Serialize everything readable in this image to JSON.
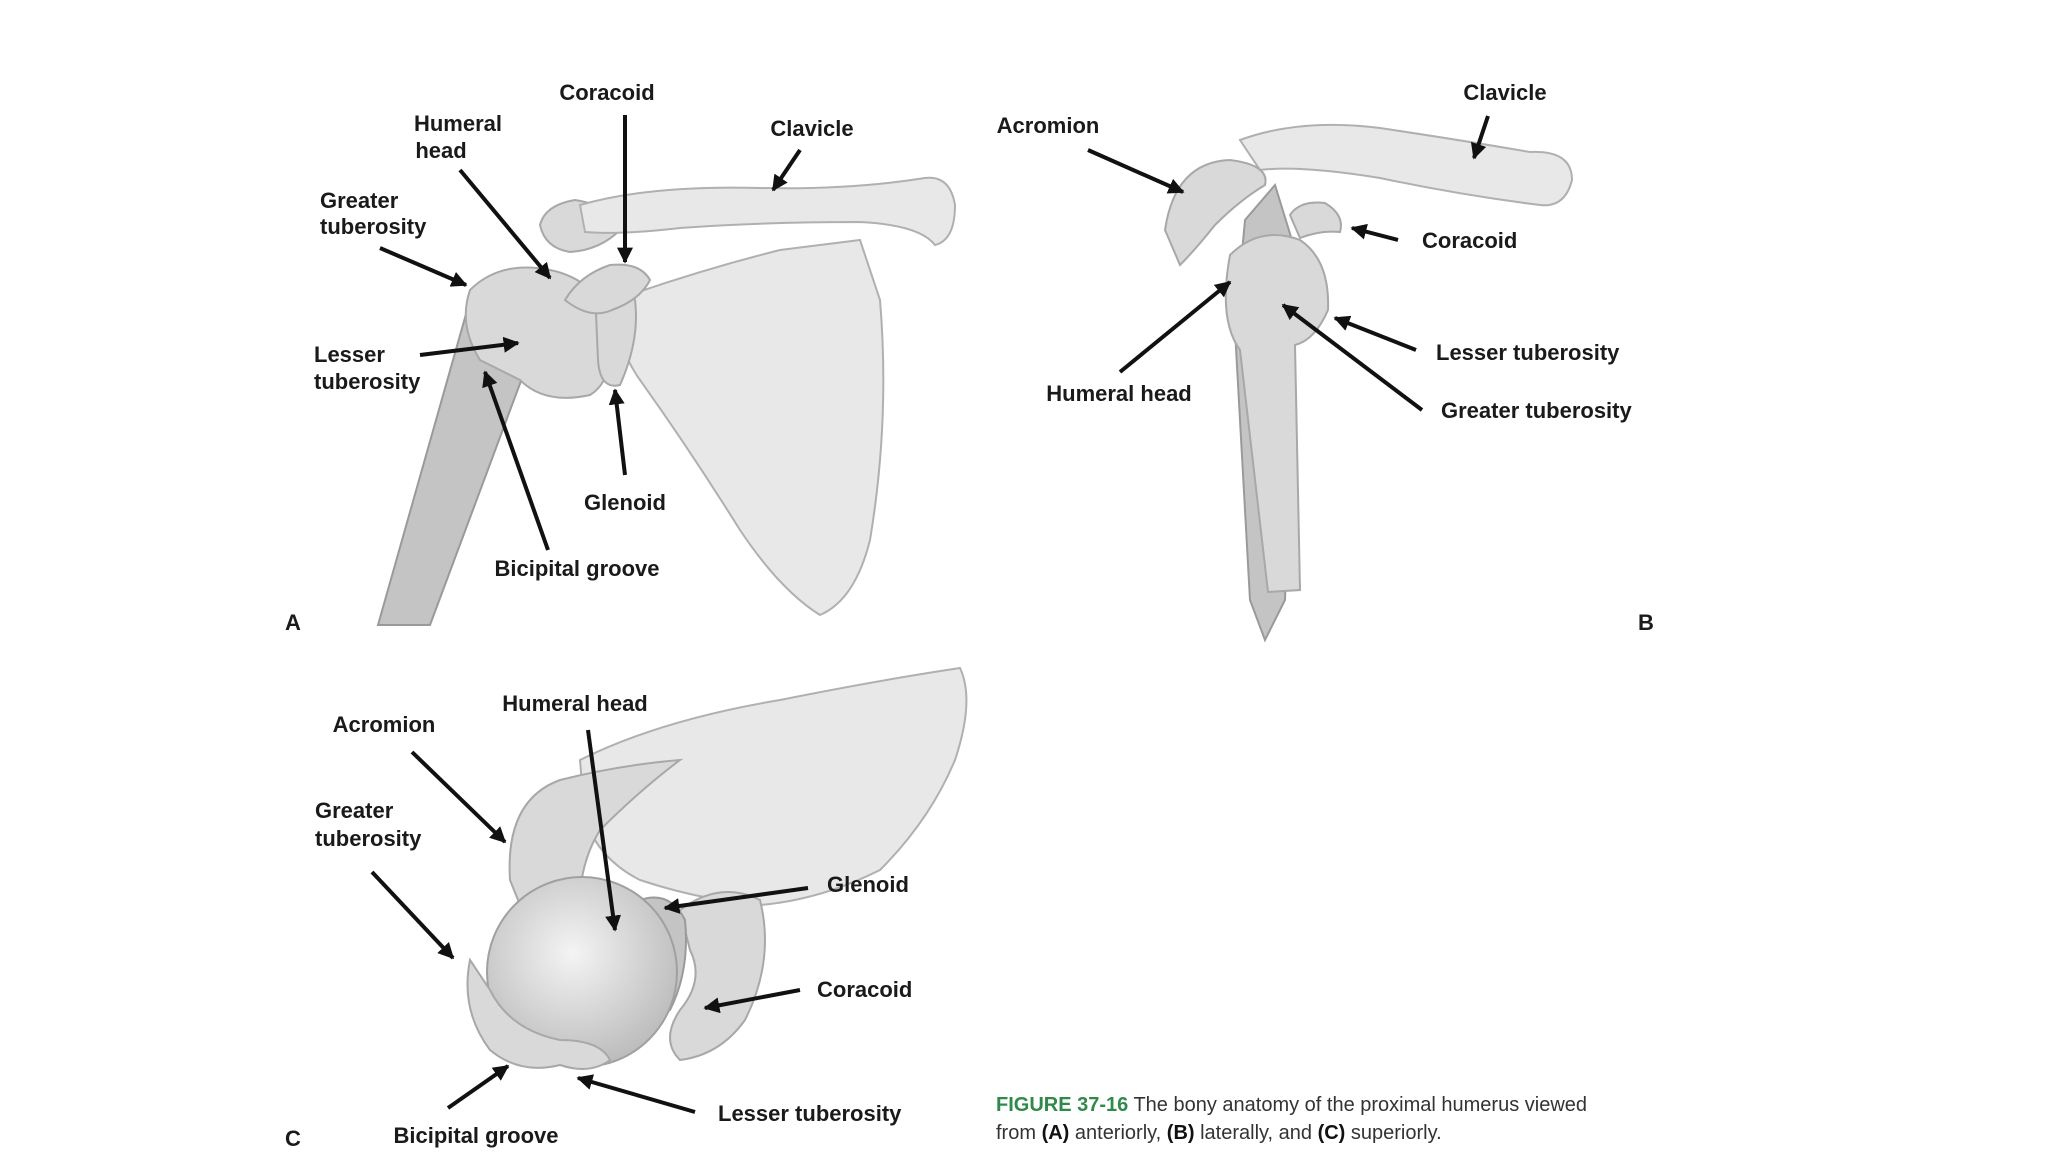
{
  "panels": {
    "a": {
      "letter": "A",
      "labels": {
        "coracoid": "Coracoid",
        "humeral_head_1": "Humeral",
        "humeral_head_2": "head",
        "clavicle": "Clavicle",
        "greater_tub_1": "Greater",
        "greater_tub_2": "tuberosity",
        "lesser_tub_1": "Lesser",
        "lesser_tub_2": "tuberosity",
        "glenoid": "Glenoid",
        "bicipital_groove": "Bicipital groove"
      }
    },
    "b": {
      "letter": "B",
      "labels": {
        "clavicle": "Clavicle",
        "acromion": "Acromion",
        "coracoid": "Coracoid",
        "lesser_tub": "Lesser tuberosity",
        "humeral_head": "Humeral head",
        "greater_tub": "Greater tuberosity"
      }
    },
    "c": {
      "letter": "C",
      "labels": {
        "humeral_head": "Humeral head",
        "acromion": "Acromion",
        "greater_tub_1": "Greater",
        "greater_tub_2": "tuberosity",
        "glenoid": "Glenoid",
        "coracoid": "Coracoid",
        "lesser_tub": "Lesser tuberosity",
        "bicipital_groove": "Bicipital groove"
      }
    }
  },
  "caption": {
    "figure_number": "FIGURE 37-16",
    "text_1": " The bony anatomy of the proximal humerus viewed",
    "text_2": "from ",
    "a": "(A)",
    "text_3": " anteriorly, ",
    "b": "(B)",
    "text_4": " laterally, and ",
    "c": "(C)",
    "text_5": " superiorly."
  },
  "colors": {
    "figure_number": "#2f8a4a",
    "bone": "#d9d9d9"
  }
}
